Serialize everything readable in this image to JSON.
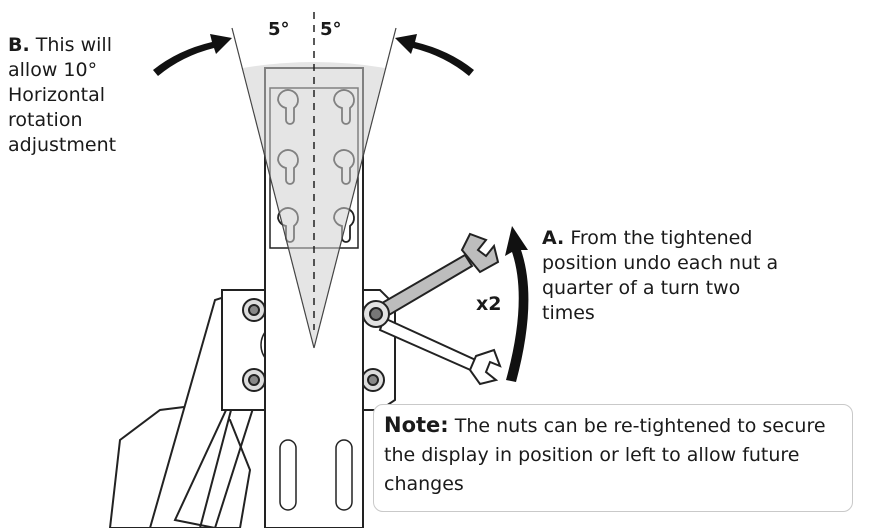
{
  "angles": {
    "left": "5°",
    "right": "5°"
  },
  "label_b": {
    "letter": "B.",
    "text": "This will allow 10° Horizontal rotation adjustment"
  },
  "label_a": {
    "letter": "A.",
    "text": "From the tightened position undo each nut a quarter of a turn two times"
  },
  "multiplier": "x2",
  "note": {
    "label": "Note:",
    "text": "The nuts can be re-tightened to secure the display in position or left to allow future changes"
  }
}
